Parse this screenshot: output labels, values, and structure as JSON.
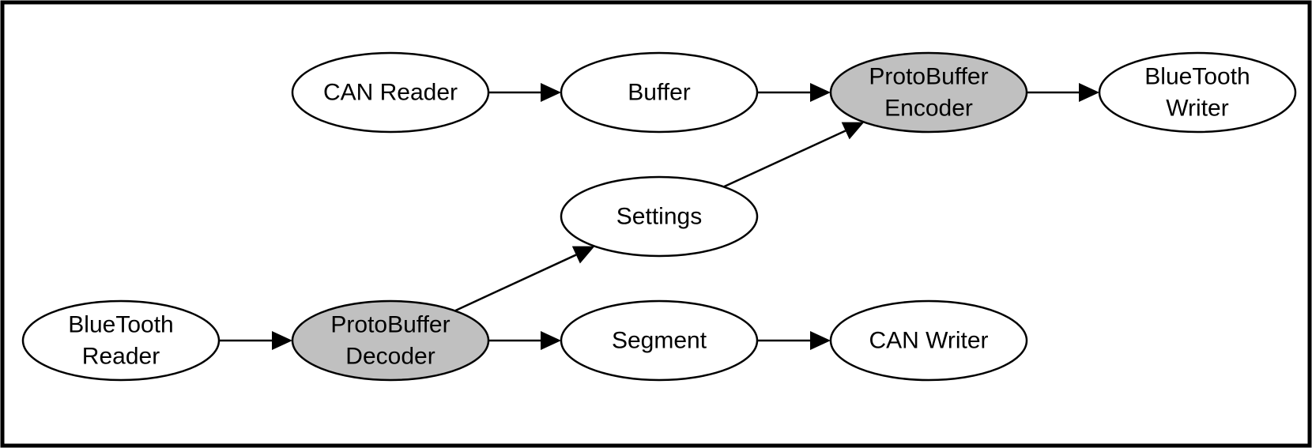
{
  "colors": {
    "default_fill": "#ffffff",
    "highlight_fill": "#c0c0c0",
    "stroke": "#000000"
  },
  "nodes": [
    {
      "id": "can-reader",
      "lines": [
        "CAN Reader"
      ],
      "highlight": false
    },
    {
      "id": "buffer",
      "lines": [
        "Buffer"
      ],
      "highlight": false
    },
    {
      "id": "protobuffer-encoder",
      "lines": [
        "ProtoBuffer",
        "Encoder"
      ],
      "highlight": true
    },
    {
      "id": "bluetooth-writer",
      "lines": [
        "BlueTooth",
        "Writer"
      ],
      "highlight": false
    },
    {
      "id": "settings",
      "lines": [
        "Settings"
      ],
      "highlight": false
    },
    {
      "id": "bluetooth-reader",
      "lines": [
        "BlueTooth",
        "Reader"
      ],
      "highlight": false
    },
    {
      "id": "protobuffer-decoder",
      "lines": [
        "ProtoBuffer",
        "Decoder"
      ],
      "highlight": true
    },
    {
      "id": "segment",
      "lines": [
        "Segment"
      ],
      "highlight": false
    },
    {
      "id": "can-writer",
      "lines": [
        "CAN Writer"
      ],
      "highlight": false
    }
  ],
  "edges": [
    {
      "from": "can-reader",
      "to": "buffer"
    },
    {
      "from": "buffer",
      "to": "protobuffer-encoder"
    },
    {
      "from": "protobuffer-encoder",
      "to": "bluetooth-writer"
    },
    {
      "from": "settings",
      "to": "protobuffer-encoder"
    },
    {
      "from": "protobuffer-decoder",
      "to": "settings"
    },
    {
      "from": "bluetooth-reader",
      "to": "protobuffer-decoder"
    },
    {
      "from": "protobuffer-decoder",
      "to": "segment"
    },
    {
      "from": "segment",
      "to": "can-writer"
    }
  ]
}
